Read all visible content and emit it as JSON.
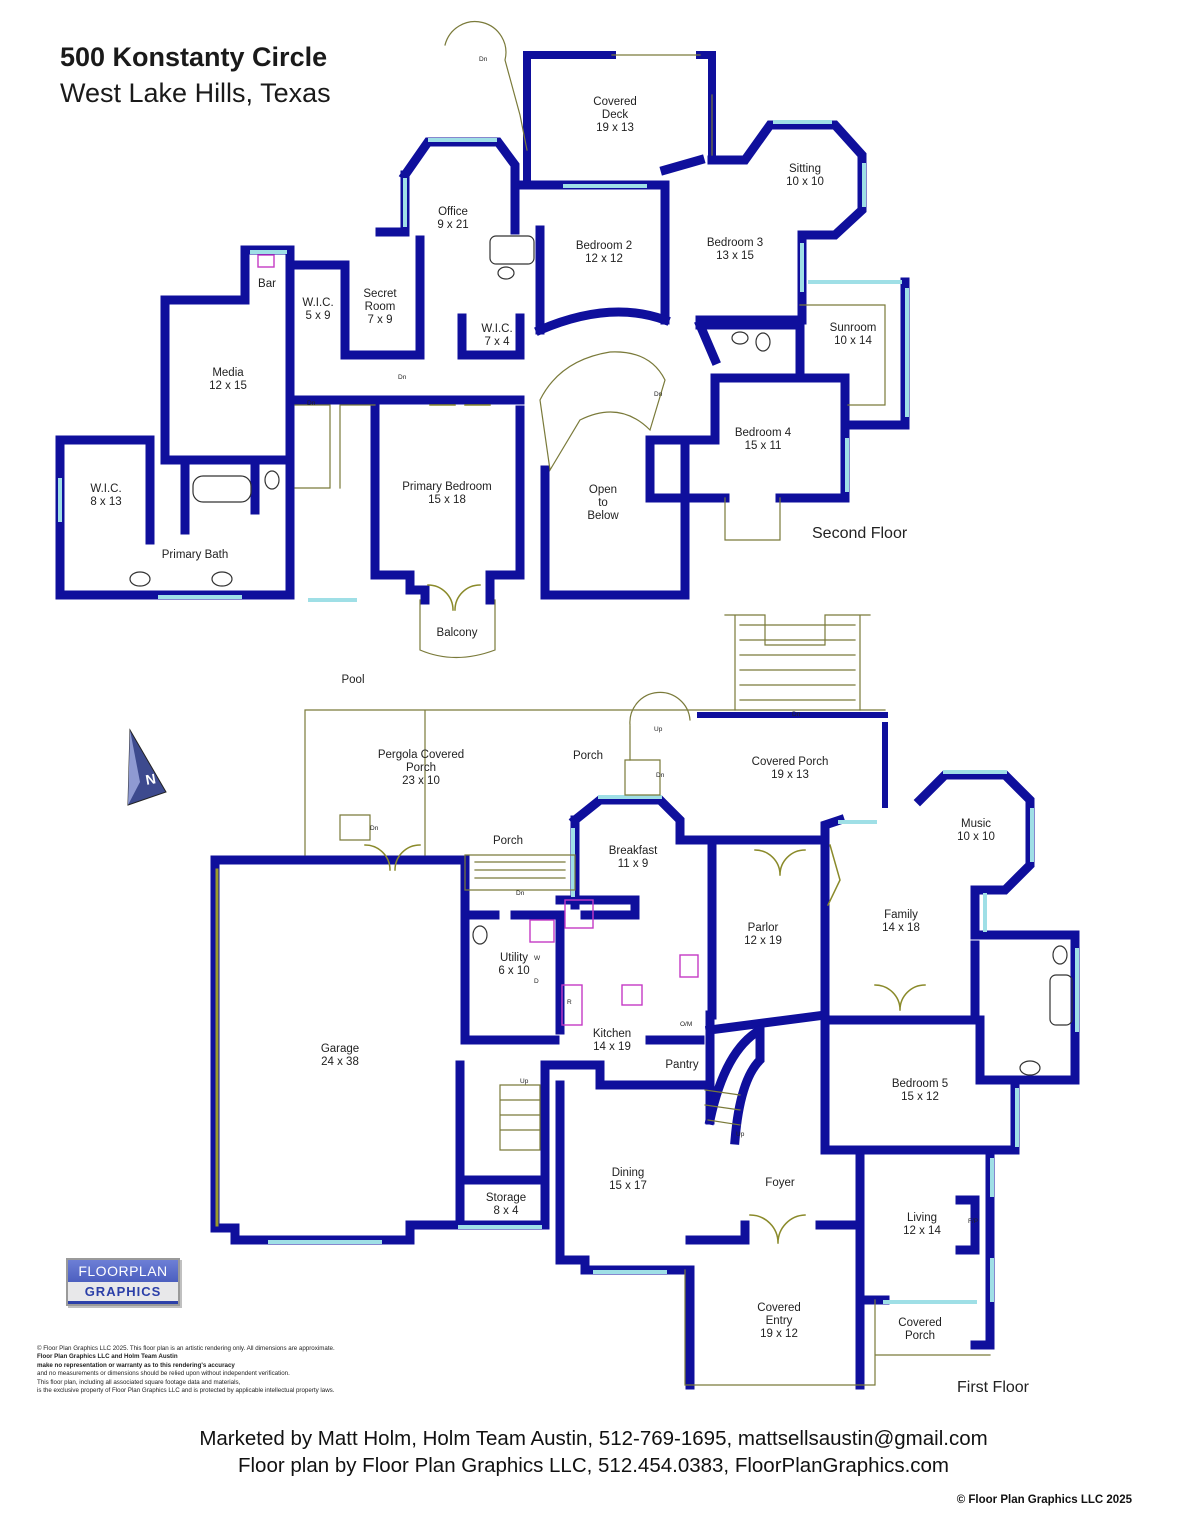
{
  "header": {
    "title": "500 Konstanty Circle",
    "subtitle": "West Lake Hills, Texas"
  },
  "colors": {
    "wall": "#0f0f9c",
    "window": "#9fdfe6",
    "door": "#8a8a2a",
    "fixture": "#c53ac5"
  },
  "second_floor": {
    "label": "Second Floor",
    "rooms": {
      "covered_deck": [
        "Covered",
        "Deck",
        "19 x 13"
      ],
      "sitting": [
        "Sitting",
        "10 x 10"
      ],
      "office": [
        "Office",
        "9 x 21"
      ],
      "bedroom_2": [
        "Bedroom 2",
        "12 x 12"
      ],
      "bedroom_3": [
        "Bedroom 3",
        "13 x 15"
      ],
      "bar": [
        "Bar"
      ],
      "wic_small": [
        "W.I.C.",
        "5 x 9"
      ],
      "secret_room": [
        "Secret",
        "Room",
        "7 x 9"
      ],
      "wic_mid": [
        "W.I.C.",
        "7 x 4"
      ],
      "sunroom": [
        "Sunroom",
        "10 x 14"
      ],
      "media": [
        "Media",
        "12 x 15"
      ],
      "bedroom_4": [
        "Bedroom 4",
        "15 x 11"
      ],
      "wic_large": [
        "W.I.C.",
        "8 x 13"
      ],
      "primary_bedroom": [
        "Primary Bedroom",
        "15 x 18"
      ],
      "open_to_below": [
        "Open",
        "to",
        "Below"
      ],
      "primary_bath": [
        "Primary Bath"
      ],
      "balcony": [
        "Balcony"
      ]
    },
    "stair_marks": [
      "Dn",
      "Dn",
      "Dn",
      "Dn"
    ]
  },
  "first_floor": {
    "label": "First Floor",
    "rooms": {
      "pool": [
        "Pool"
      ],
      "pergola_porch": [
        "Pergola Covered",
        "Porch",
        "23 x 10"
      ],
      "porch_upper": [
        "Porch"
      ],
      "covered_porch_back": [
        "Covered Porch",
        "19 x 13"
      ],
      "porch_lower": [
        "Porch"
      ],
      "breakfast": [
        "Breakfast",
        "11 x 9"
      ],
      "music": [
        "Music",
        "10 x 10"
      ],
      "parlor": [
        "Parlor",
        "12 x 19"
      ],
      "family": [
        "Family",
        "14 x 18"
      ],
      "utility": [
        "Utility",
        "6 x 10"
      ],
      "garage": [
        "Garage",
        "24 x 38"
      ],
      "kitchen": [
        "Kitchen",
        "14 x 19"
      ],
      "pantry": [
        "Pantry"
      ],
      "bedroom_5": [
        "Bedroom 5",
        "15 x 12"
      ],
      "dining": [
        "Dining",
        "15 x 17"
      ],
      "foyer": [
        "Foyer"
      ],
      "storage": [
        "Storage",
        "8 x 4"
      ],
      "living": [
        "Living",
        "12 x 14"
      ],
      "covered_entry": [
        "Covered",
        "Entry",
        "19 x 12"
      ],
      "covered_porch_front": [
        "Covered",
        "Porch"
      ]
    },
    "fixture_labels": {
      "fireplace": "F/P",
      "oven_micro": "O/M",
      "refrigerator": "R",
      "washer": "W",
      "dryer": "D"
    },
    "stair_marks": {
      "up1": "Up",
      "dn1": "Dn",
      "dn2": "Dn",
      "dn3": "Dn",
      "dn4": "Dn",
      "up2": "Up",
      "up3": "Up"
    }
  },
  "compass": {
    "letter": "N"
  },
  "logo": {
    "line1": "FLOORPLAN",
    "line2": "GRAPHICS"
  },
  "disclaimer": [
    "© Floor Plan Graphics LLC 2025. This floor plan is an artistic rendering only. All dimensions are approximate.",
    "Floor Plan Graphics LLC and Holm Team Austin",
    "make no representation or warranty as to this rendering's accuracy",
    "and no measurements or dimensions should be relied upon without independent verification.",
    "This floor plan, including all associated square footage data and materials,",
    "is the exclusive property of Floor Plan Graphics LLC and is protected by applicable intellectual property laws."
  ],
  "footer": {
    "marketed": "Marketed by Matt Holm, Holm Team Austin, 512-769-1695, mattsellsaustin@gmail.com",
    "byline": "Floor plan by Floor Plan Graphics LLC, 512.454.0383, FloorPlanGraphics.com",
    "copyright": "© Floor Plan Graphics LLC 2025"
  }
}
